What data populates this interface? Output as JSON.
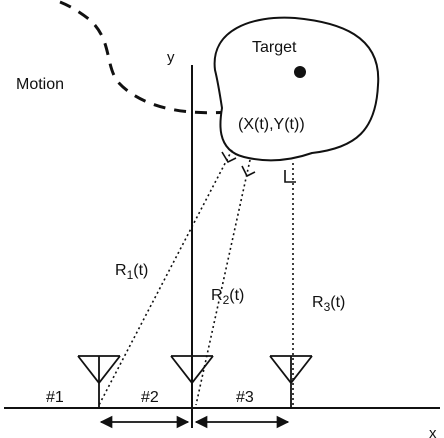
{
  "labels": {
    "target": "Target",
    "motion": "Motion",
    "position": "(X(t),Y(t))",
    "y_axis": "y",
    "x_axis": "x"
  },
  "ranges": [
    {
      "base": "R",
      "sub": "1",
      "arg": "(t)"
    },
    {
      "base": "R",
      "sub": "2",
      "arg": "(t)"
    },
    {
      "base": "R",
      "sub": "3",
      "arg": "(t)"
    }
  ],
  "antennas": [
    "#1",
    "#2",
    "#3"
  ]
}
